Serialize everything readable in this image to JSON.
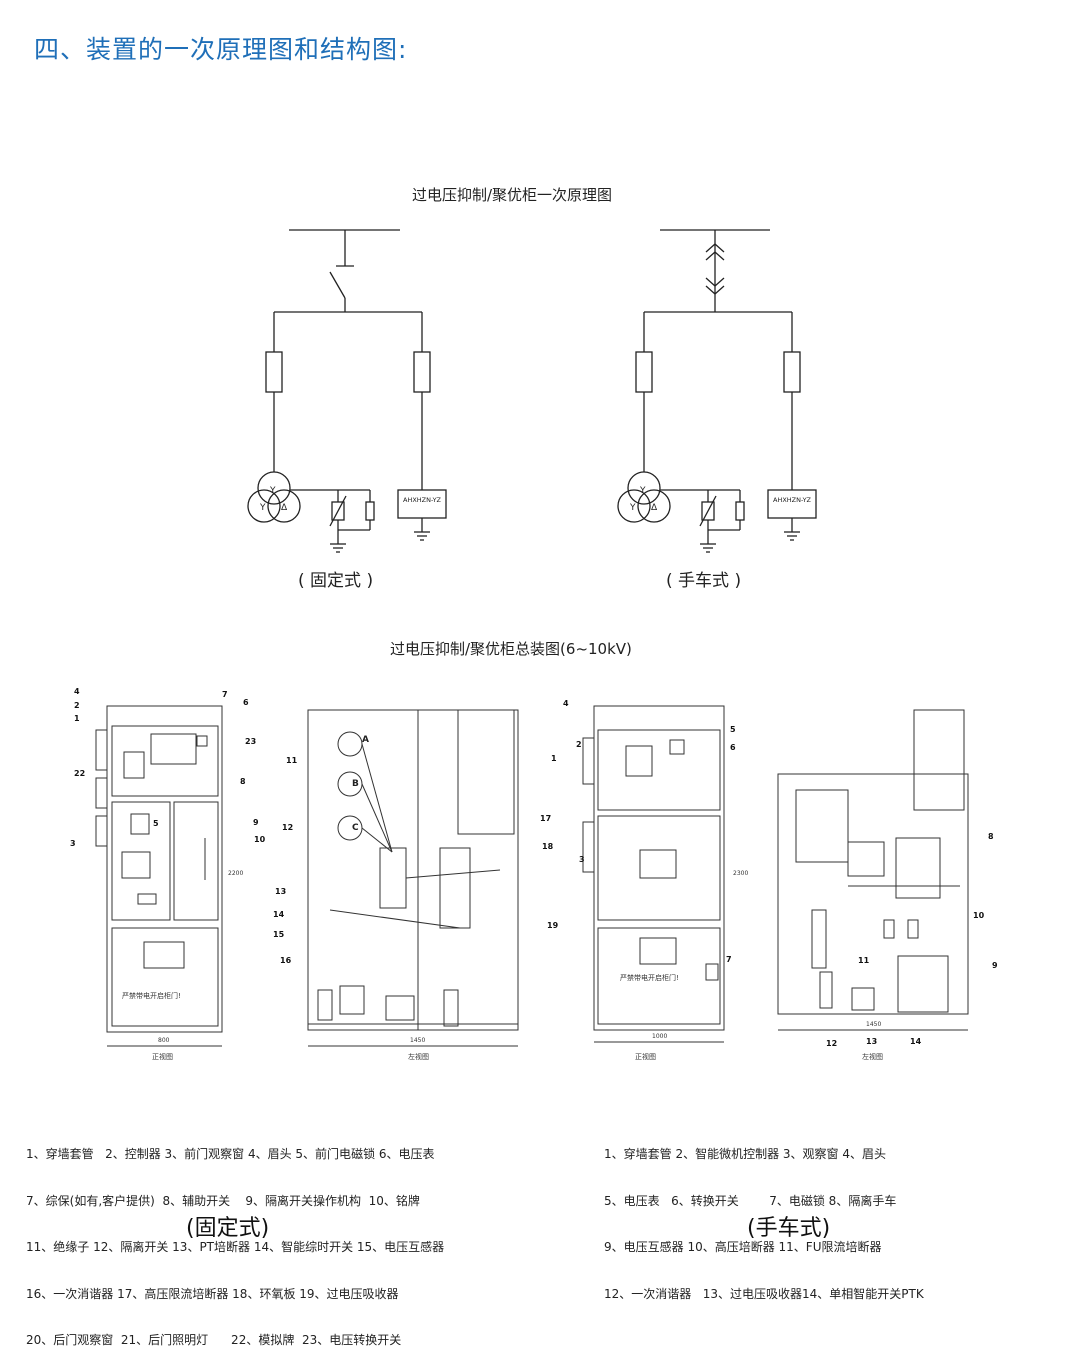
{
  "heading": "四、装置的一次原理图和结构图:",
  "schematic": {
    "title": "过电压抑制/聚优柜一次原理图",
    "device_label": "AHXHZN-YZ",
    "fixed_caption": "( 固定式 )",
    "handcart_caption": "( 手车式 )"
  },
  "assembly": {
    "title": "过电压抑制/聚优柜总装图(6~10kV)",
    "fixed_views": {
      "front_caption": "正视图",
      "side_caption": "左视图",
      "front_width": "800",
      "side_width": "1450",
      "height": "2200",
      "door_text": "严禁带电开启柜门!",
      "front_callouts": [
        "4",
        "2",
        "1",
        "22",
        "3",
        "7",
        "6",
        "23",
        "8",
        "9",
        "10",
        "5"
      ],
      "side_callouts": [
        "11",
        "12",
        "13",
        "14",
        "15",
        "16",
        "17",
        "18",
        "19"
      ],
      "phase_labels": [
        "A",
        "B",
        "C"
      ]
    },
    "handcart_views": {
      "front_caption": "正视图",
      "side_caption": "左视图",
      "front_width": "1000",
      "side_width": "1450",
      "height": "2300",
      "door_text": "严禁带电开启柜门!",
      "front_callouts": [
        "4",
        "2",
        "1",
        "3",
        "5",
        "6",
        "7"
      ],
      "side_callouts": [
        "8",
        "10",
        "9",
        "11",
        "12",
        "13",
        "14"
      ]
    }
  },
  "legend_fixed": [
    "1、穿墙套管   2、控制器 3、前门观察窗 4、眉头 5、前门电磁锁 6、电压表",
    "7、综保(如有,客户提供)  8、辅助开关    9、隔离开关操作机构  10、铭牌",
    "11、绝缘子 12、隔离开关 13、PT培断器 14、智能综时开关 15、电压互感器",
    "16、一次消谐器 17、高压限流培断器 18、环氧板 19、过电压吸收器",
    "20、后门观察窗  21、后门照明灯      22、模拟牌  23、电压转换开关"
  ],
  "legend_handcart": [
    "1、穿墙套管 2、智能微机控制器 3、观察窗 4、眉头",
    "5、电压表   6、转换开关        7、电磁锁 8、隔离手车",
    "9、电压互感器 10、高压培断器 11、FU限流培断器",
    "12、一次消谐器   13、过电压吸收器14、单相智能开关PTK"
  ],
  "fixed_caption_big": "(固定式)",
  "handcart_caption_big": "(手车式)"
}
